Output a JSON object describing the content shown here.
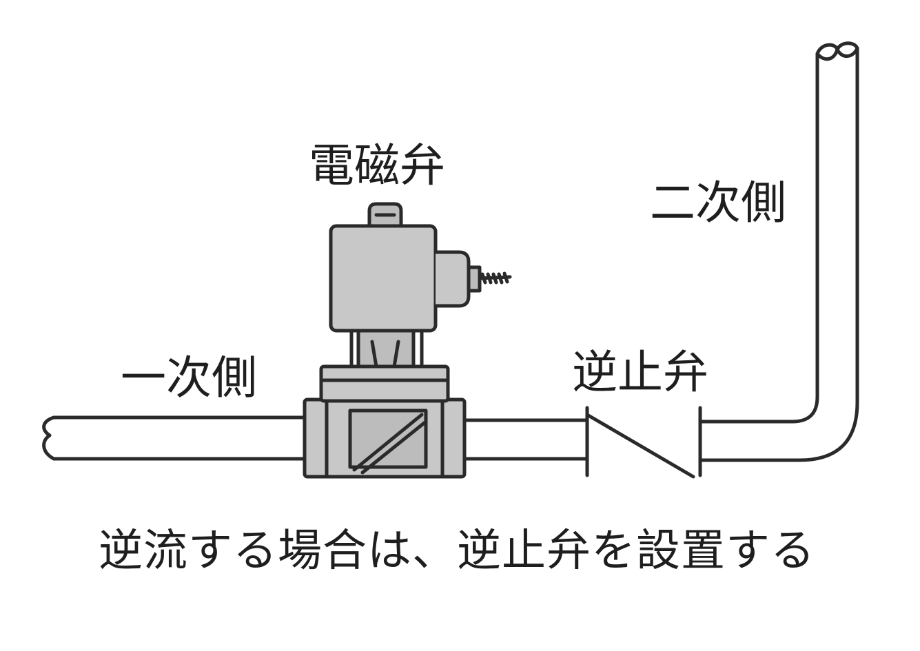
{
  "labels": {
    "solenoid_valve": "電磁弁",
    "primary_side": "一次側",
    "secondary_side": "二次側",
    "check_valve": "逆止弁",
    "caption": "逆流する場合は、逆止弁を設置する"
  },
  "colors": {
    "line": "#2a2a2a",
    "fill": "#c8c8c8",
    "fill_dark": "#a9a9a9",
    "background": "#ffffff"
  }
}
